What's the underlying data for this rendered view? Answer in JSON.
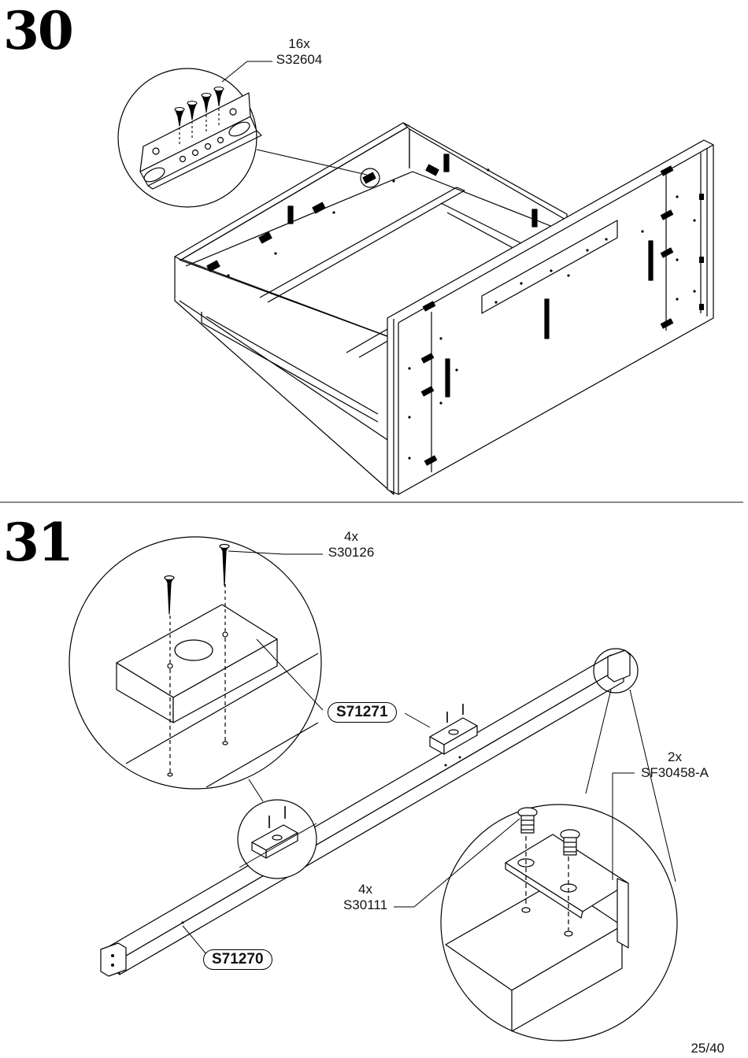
{
  "steps": [
    {
      "number": "30",
      "callouts": [
        {
          "qty": "16x",
          "code": "S32604"
        }
      ]
    },
    {
      "number": "31",
      "callouts": [
        {
          "qty": "4x",
          "code": "S30126"
        },
        {
          "qty": "2x",
          "code": "SF30458-A"
        },
        {
          "qty": "4x",
          "code": "S30111"
        }
      ],
      "parts": [
        "S71271",
        "S71270"
      ]
    }
  ],
  "page": {
    "number": "25/40"
  },
  "colors": {
    "ink": "#000000",
    "paper": "#ffffff",
    "divider": "#444444"
  }
}
